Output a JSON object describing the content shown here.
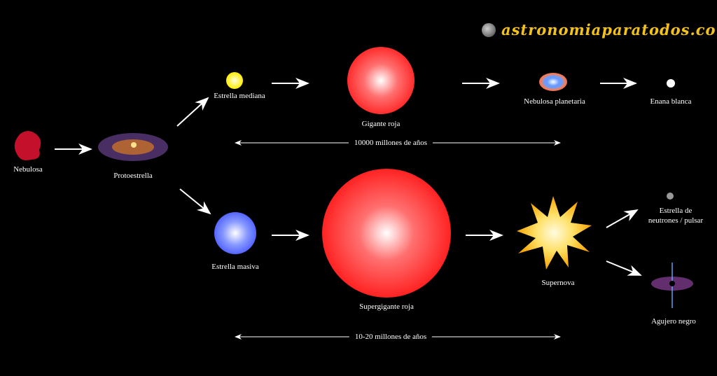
{
  "logo": {
    "text": "astronomiaparatodos.com"
  },
  "stages": {
    "nebulosa": "Nebulosa",
    "protoestrella": "Protoestrella",
    "estrella_mediana": "Estrella mediana",
    "gigante_roja": "Gigante roja",
    "nebulosa_planetaria": "Nebulosa planetaria",
    "enana_blanca": "Enana blanca",
    "estrella_masiva": "Estrella masiva",
    "supergigante_roja": "Supergigante roja",
    "supernova": "Supernova",
    "estrella_neutrones_1": "Estrella de",
    "estrella_neutrones_2": "neutrones / pulsar",
    "agujero_negro": "Agujero negro"
  },
  "timescales": {
    "medium": "10000 millones de años",
    "massive": "10-20 millones de años"
  }
}
